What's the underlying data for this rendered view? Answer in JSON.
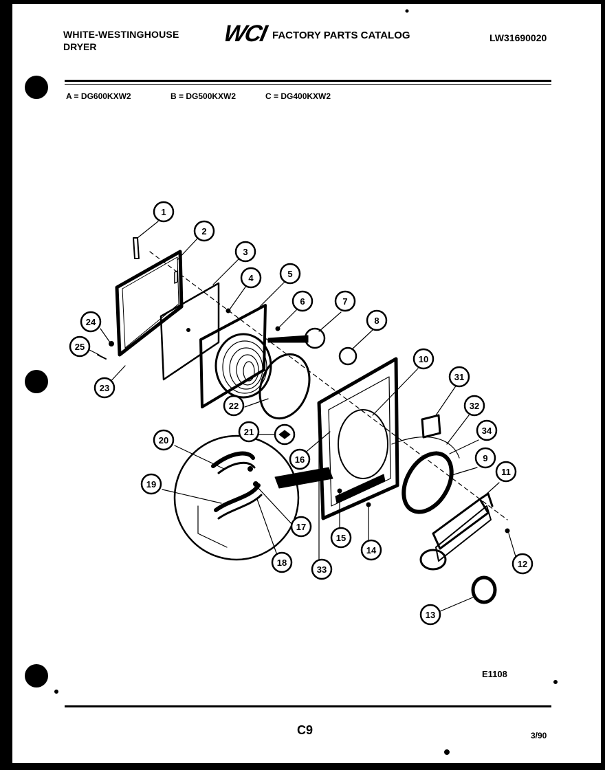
{
  "header": {
    "brand_line1": "WHITE-WESTINGHOUSE",
    "brand_line2": "DRYER",
    "logo_text": "WCI",
    "catalog_title": "FACTORY PARTS CATALOG",
    "doc_number": "LW31690020"
  },
  "models": [
    {
      "label": "A = DG600KXW2"
    },
    {
      "label": "B = DG500KXW2"
    },
    {
      "label": "C = DG400KXW2"
    }
  ],
  "callouts": [
    "1",
    "2",
    "3",
    "4",
    "5",
    "6",
    "7",
    "8",
    "10",
    "31",
    "32",
    "34",
    "9",
    "11",
    "12",
    "13",
    "14",
    "15",
    "33",
    "16",
    "21",
    "22",
    "23",
    "24",
    "25",
    "20",
    "19",
    "17",
    "18"
  ],
  "footer": {
    "diagram_id": "E1108",
    "page_code": "C9",
    "revision_date": "3/90"
  },
  "colors": {
    "ink": "#000000",
    "paper": "#ffffff",
    "border": "#000000"
  }
}
